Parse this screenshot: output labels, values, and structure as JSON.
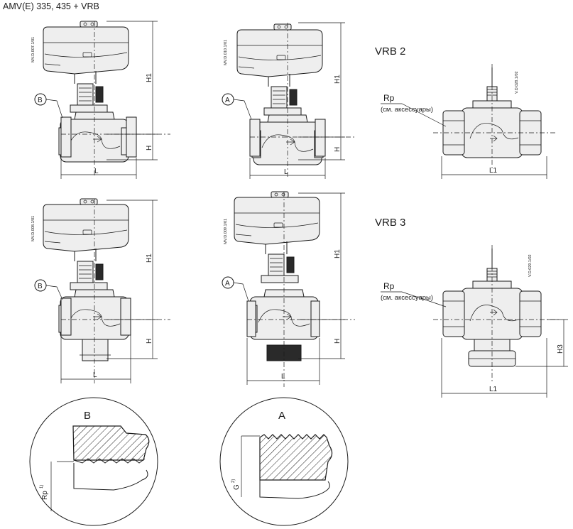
{
  "figure": {
    "title": "AMV(E) 335, 435 + VRB",
    "drawing_codes": [
      "MV.D.007.1/01",
      "MV.D.010.1/01",
      "V.D.028.1/02",
      "MV.D.008.1/01",
      "MV.D.009.1/01",
      "V.D.029.1/02"
    ],
    "section_vrb2": "VRB 2",
    "section_vrb3": "VRB 3",
    "dimensions": {
      "h1": "H1",
      "h": "H",
      "l": "L",
      "l1": "L1",
      "h3": "H3"
    },
    "callouts": {
      "b": "B",
      "a": "A"
    },
    "rp": "Rp",
    "accessories": "(см. аксессуары)",
    "detail_b_title": "B",
    "detail_a_title": "A",
    "detail_b_label": "Rp",
    "detail_b_sup": "1)",
    "detail_a_label": "G",
    "detail_a_sup": "2)"
  }
}
